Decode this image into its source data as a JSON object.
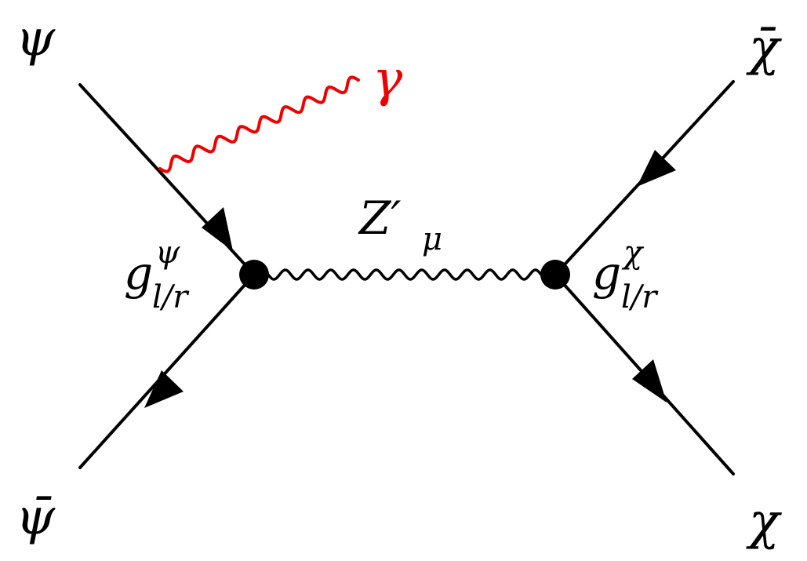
{
  "diagram": {
    "labels": {
      "psi": "ψ",
      "psi_bar": "ψ̄",
      "chi": "χ",
      "chi_bar": "χ̄",
      "photon": "γ",
      "mediator": "Z′",
      "mediator_index": "μ",
      "coupling_left_symbol": "g",
      "coupling_left_superscript": "ψ",
      "coupling_left_subscript": "l/r",
      "coupling_right_symbol": "g",
      "coupling_right_superscript": "χ",
      "coupling_right_subscript": "l/r"
    },
    "colors": {
      "line": "#000000",
      "photon": "#ee0000",
      "background": "#ffffff"
    }
  }
}
